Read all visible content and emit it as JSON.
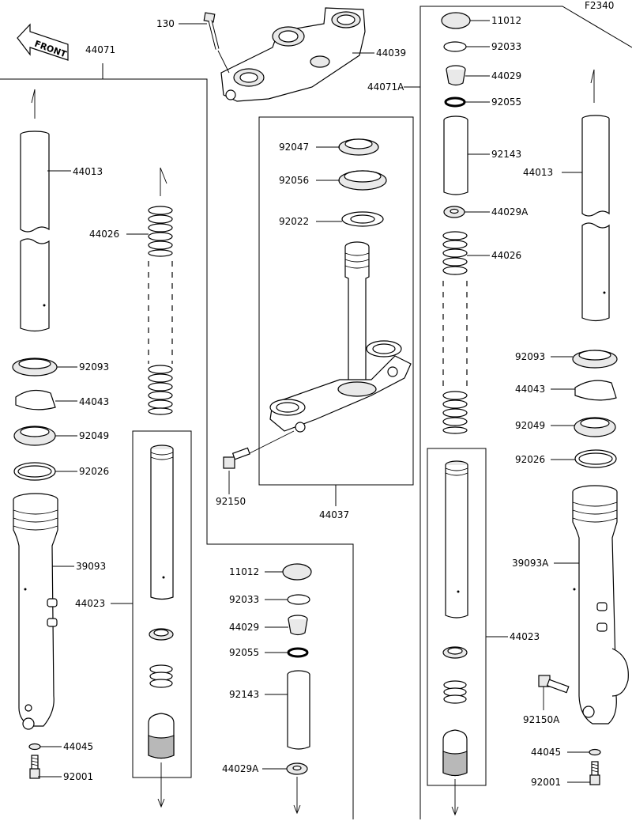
{
  "diagram_code": "F2340",
  "front_label": "FRONT",
  "labels": {
    "l130": "130",
    "l44039": "44039",
    "l44071_top": "44071",
    "l44071A_top": "44071A",
    "l44013_left": "44013",
    "l44026_left": "44026",
    "l92093_left": "92093",
    "l44043_left": "44043",
    "l92049_left": "92049",
    "l92026_left": "92026",
    "l39093": "39093",
    "l44023_left": "44023",
    "l44045_left": "44045",
    "l92001_left": "92001",
    "l92047": "92047",
    "l92056": "92056",
    "l92022": "92022",
    "l92150": "92150",
    "l44037": "44037",
    "l11012_mid": "11012",
    "l92033_mid": "92033",
    "l44029_mid": "44029",
    "l92055_mid": "92055",
    "l92143_mid": "92143",
    "l44029A_mid": "44029A",
    "l11012_right": "11012",
    "l92033_right": "92033",
    "l44029_right": "44029",
    "l92055_right": "92055",
    "l92143_right": "92143",
    "l44013_right": "44013",
    "l44029A_right": "44029A",
    "l44026_right": "44026",
    "l92093_right": "92093",
    "l44043_right": "44043",
    "l92049_right": "92049",
    "l92026_right": "92026",
    "l39093A": "39093A",
    "l44023_right": "44023",
    "l92150A": "92150A",
    "l44045_right": "44045",
    "l92001_right": "92001"
  }
}
